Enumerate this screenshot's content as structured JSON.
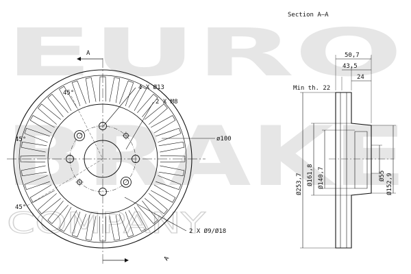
{
  "watermark": {
    "line1": "EURO",
    "line2": "BRAKE",
    "line3": "COMPANY",
    "color": "#e6e6e6"
  },
  "front_view": {
    "section_marker_top": "A",
    "section_marker_bottom": "A",
    "angle_top": "45°",
    "angle_left": "45°",
    "angle_bottom": "45°",
    "callout_holes": "4 X Ø13",
    "callout_threads": "2 X M8",
    "callout_center": "ø100",
    "callout_small_holes": "2 X Ø9/Ø18",
    "vent_count": 36
  },
  "section_view": {
    "title": "Section A–A",
    "min_thickness": "Min th. 22",
    "dim_507": "50,7",
    "dim_435": "43,5",
    "dim_24": "24",
    "dia_2537": "Ø253,7",
    "dia_1618": "Ø161,8",
    "dia_1407": "Ø140,7",
    "dia_55": "Ø55",
    "dia_1529": "Ø152,9"
  }
}
